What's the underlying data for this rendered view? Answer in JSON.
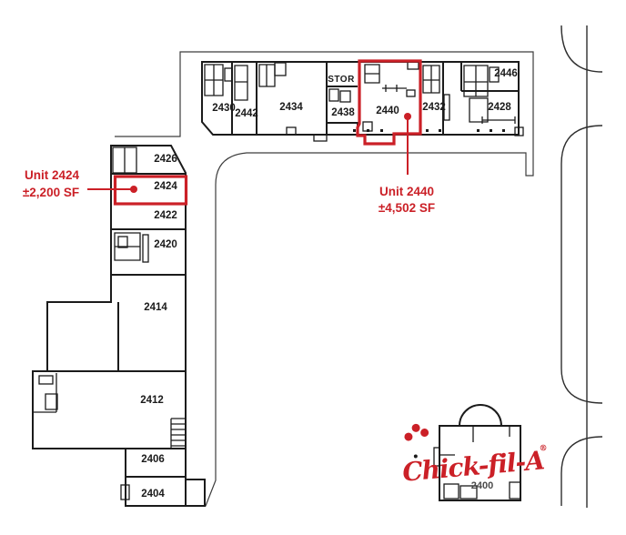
{
  "palette": {
    "accent_red": "#cb2027",
    "line_black": "#1b1b1b",
    "boundary_gray": "#3d3d3d"
  },
  "plan": {
    "strip_units": [
      {
        "label": "2430"
      },
      {
        "label": "2442"
      },
      {
        "label": "2434"
      },
      {
        "label": "STOR"
      },
      {
        "label": "2438"
      },
      {
        "label": "2440"
      },
      {
        "label": "2432"
      },
      {
        "label": "2428"
      },
      {
        "label": "2446"
      }
    ],
    "left_units": [
      {
        "label": "2426"
      },
      {
        "label": "2424"
      },
      {
        "label": "2422"
      },
      {
        "label": "2420"
      },
      {
        "label": "2414"
      },
      {
        "label": "2412"
      },
      {
        "label": "2406"
      },
      {
        "label": "2404"
      }
    ]
  },
  "callouts": {
    "unit2424": {
      "title": "Unit 2424",
      "area": "±2,200 SF"
    },
    "unit2440": {
      "title": "Unit 2440",
      "area": "±4,502 SF"
    }
  },
  "outparcel": {
    "brand": "Chick-fil-A",
    "registered": "®",
    "unit_number": "2400"
  }
}
